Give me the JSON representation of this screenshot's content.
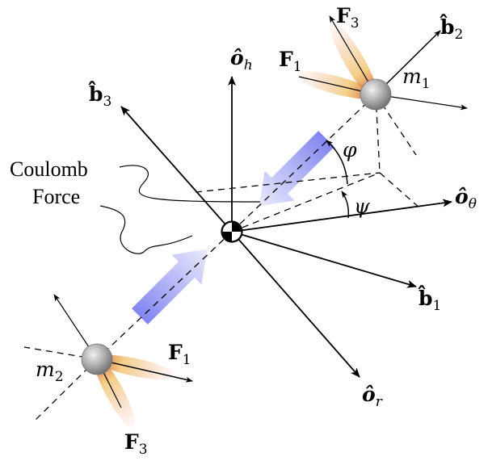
{
  "labels": {
    "coulomb_line1": "Coulomb",
    "coulomb_line2": "Force",
    "o_h": "ô",
    "o_h_sub": "h",
    "o_theta": "ô",
    "o_theta_sub": "θ",
    "o_r": "ô",
    "o_r_sub": "r",
    "b1": "b̂",
    "b1_sub": "1",
    "b2": "b̂",
    "b2_sub": "2",
    "b3": "b̂",
    "b3_sub": "3",
    "m1": "m",
    "m1_sub": "1",
    "m2": "m",
    "m2_sub": "2",
    "F1_top": "F",
    "F1_top_sub": "1",
    "F3_top": "F",
    "F3_top_sub": "3",
    "F1_bottom": "F",
    "F1_bottom_sub": "1",
    "F3_bottom": "F",
    "F3_bottom_sub": "3",
    "phi": "φ",
    "psi": "ψ"
  },
  "colors": {
    "force_arrow": "#7b7ef0",
    "thruster": "#d9784f",
    "mass": "#9a9a9a"
  }
}
